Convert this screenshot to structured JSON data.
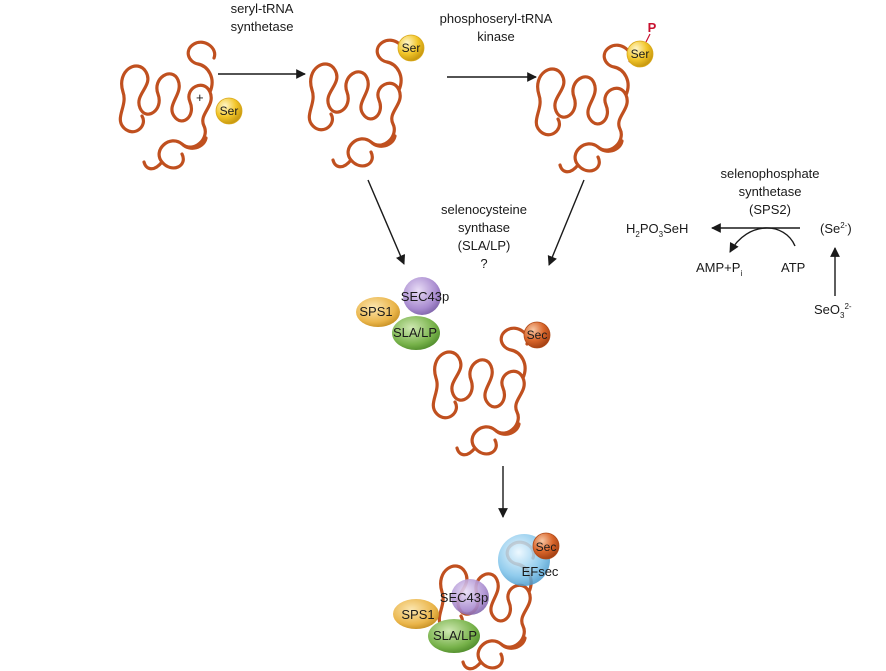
{
  "enzymes": {
    "seryl_synthetase": [
      "seryl-tRNA",
      "synthetase"
    ],
    "phosphoseryl_kinase": [
      "phosphoseryl-tRNA",
      "kinase"
    ],
    "selenocysteine_synthase": [
      "selenocysteine",
      "synthase",
      "(SLA/LP)",
      "?"
    ],
    "selenophosphate_synthetase": [
      "selenophosphate",
      "synthetase",
      "(SPS2)"
    ]
  },
  "plus_sign": "+",
  "amino_acids": {
    "ser": "Ser",
    "sec": "Sec",
    "phospho": "P"
  },
  "proteins": {
    "sps1": "SPS1",
    "sec43p": "SEC43p",
    "sla_lp": "SLA/LP",
    "efsec": "EFsec"
  },
  "selenium_cycle": {
    "product_main": "H",
    "product_sub1": "2",
    "product_mid": "PO",
    "product_sub2": "3",
    "product_end": "SeH",
    "byproduct_main": "AMP+P",
    "byproduct_sub": "i",
    "atp": "ATP",
    "selenide_main": "(Se",
    "selenide_sup": "2-",
    "selenide_end": ")",
    "selenite_main": "SeO",
    "selenite_sub": "3",
    "selenite_sup": "2-"
  },
  "colors": {
    "trna": "#c0501f",
    "ser_ball": "#f2c62a",
    "sec_ball": "#d9652a",
    "phospho": "#c8102e",
    "sps1": "#eab54a",
    "sec43p": "#a98cd0",
    "sla_lp": "#77b24a",
    "efsec": "#7ec3ea"
  }
}
